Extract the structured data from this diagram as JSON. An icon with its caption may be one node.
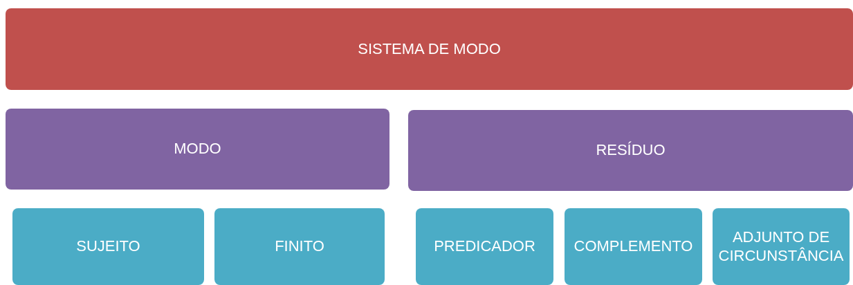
{
  "diagram": {
    "nodes": [
      {
        "text": [
          "SISTEMA DE MODO"
        ]
      },
      {
        "text": [
          "MODO"
        ]
      },
      {
        "text": [
          "RESÍDUO"
        ]
      },
      {
        "text": [
          "SUJEITO"
        ]
      },
      {
        "text": [
          "FINITO"
        ]
      },
      {
        "text": [
          "PREDICADOR"
        ]
      },
      {
        "text": [
          "COMPLEMENTO"
        ]
      },
      {
        "text": [
          "ADJUNTO DE CIRCUNSTÂNCIA"
        ]
      }
    ]
  }
}
